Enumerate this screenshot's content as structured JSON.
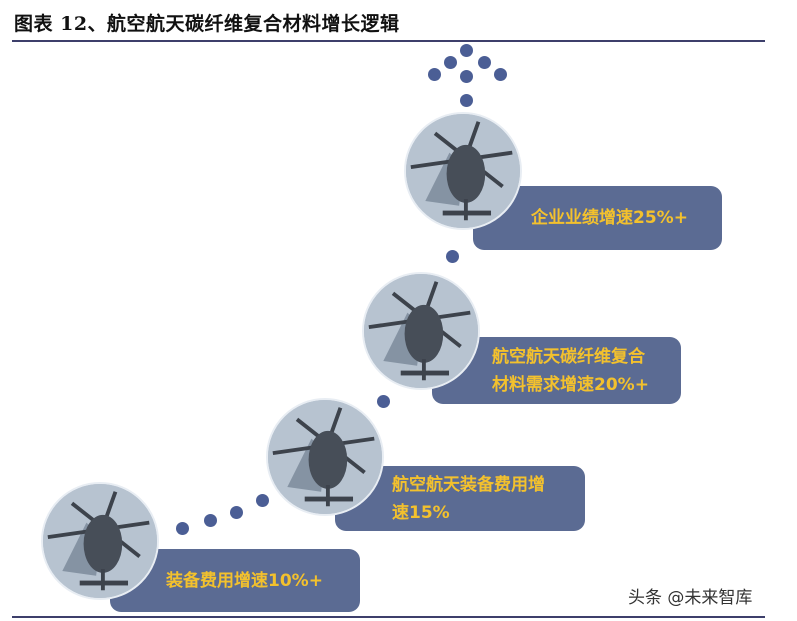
{
  "header": {
    "title": "图表 12、航空航天碳纤维复合材料增长逻辑"
  },
  "diagram": {
    "type": "staircase-growth-logic",
    "steps": [
      {
        "level": 1,
        "lines": [
          "装备费用增速10%+"
        ],
        "icon": "helicopter-image"
      },
      {
        "level": 2,
        "lines": [
          "航空航天装备费用增",
          "速15%"
        ],
        "icon": "helicopter-image"
      },
      {
        "level": 3,
        "lines": [
          "航空航天碳纤维复合",
          "材料需求增速20%+"
        ],
        "icon": "helicopter-image"
      },
      {
        "level": 4,
        "lines": [
          "企业业绩增速25%+"
        ],
        "icon": "helicopter-image"
      }
    ],
    "top_arrow": "dot-arrow-up-icon"
  },
  "colors": {
    "box": "#5b6b93",
    "text": "#f3c12d",
    "dot": "#4b5e95",
    "rule": "#3d3f6b"
  },
  "footer": {
    "watermark": "头条 @未来智库"
  }
}
